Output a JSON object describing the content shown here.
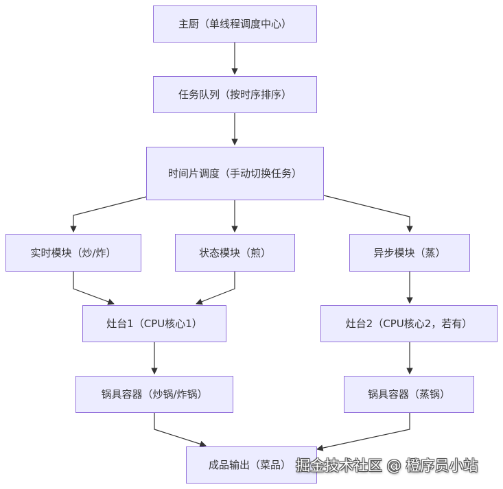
{
  "nodes": {
    "chef": "主厨（单线程调度中心）",
    "queue": "任务队列（按时序排序）",
    "slice": "时间片调度（手动切换任务）",
    "realtime": "实时模块（炒/炸）",
    "state": "状态模块（煎）",
    "async": "异步模块（蒸）",
    "stove1": "灶台1（CPU核心1）",
    "stove2": "灶台2（CPU核心2，若有）",
    "cookware1": "锅具容器（炒锅/炸锅）",
    "cookware2": "锅具容器（蒸锅）",
    "output": "成品输出（菜品）"
  },
  "edges": [
    [
      "chef",
      "queue"
    ],
    [
      "queue",
      "slice"
    ],
    [
      "slice",
      "realtime"
    ],
    [
      "slice",
      "state"
    ],
    [
      "slice",
      "async"
    ],
    [
      "realtime",
      "stove1"
    ],
    [
      "state",
      "stove1"
    ],
    [
      "async",
      "stove2"
    ],
    [
      "stove1",
      "cookware1"
    ],
    [
      "stove2",
      "cookware2"
    ],
    [
      "cookware1",
      "output"
    ],
    [
      "cookware2",
      "output"
    ]
  ],
  "colors": {
    "node_fill": "#ececff",
    "node_border": "#9370db",
    "edge": "#333333"
  },
  "watermark": "掘金技术社区 @ 橙序员小站"
}
